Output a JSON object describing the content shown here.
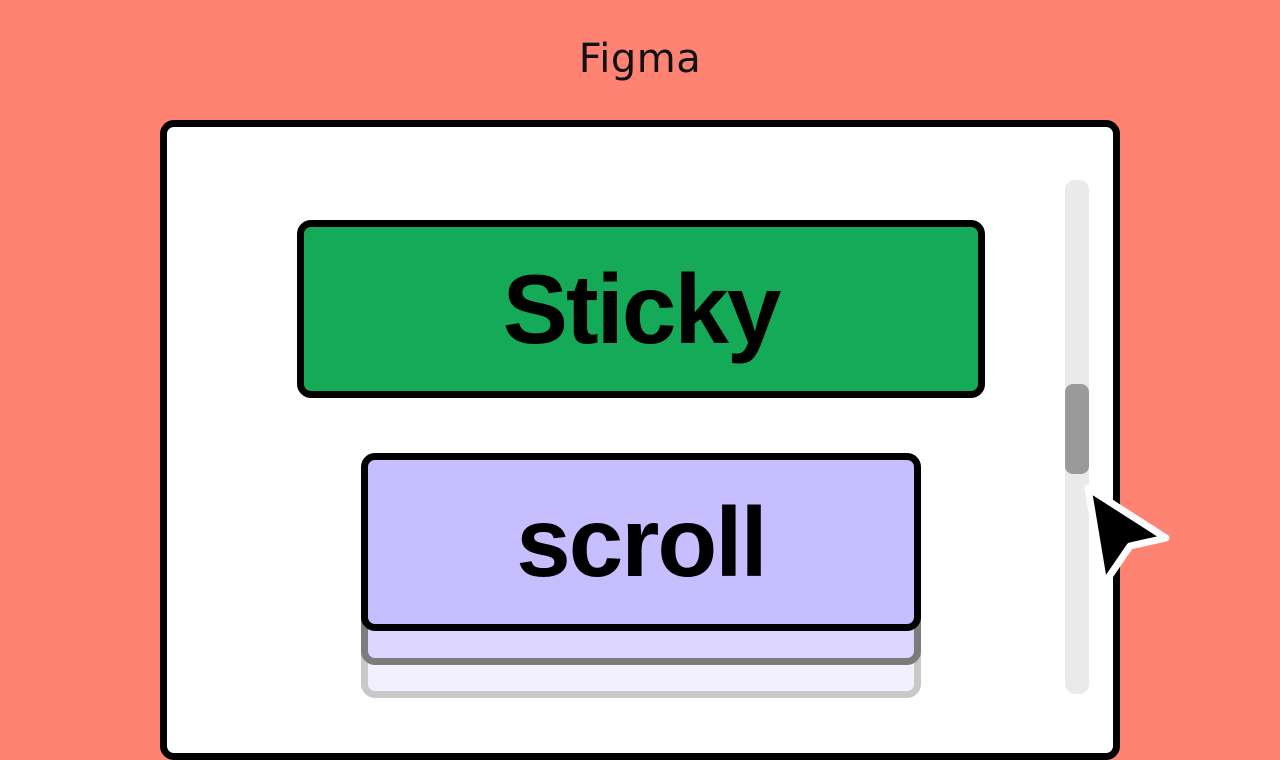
{
  "app": {
    "title": "Figma"
  },
  "frame": {
    "sticky_label": "Sticky",
    "scroll_label": "scroll"
  },
  "scrollbar": {
    "thumb_position": 0.48
  },
  "colors": {
    "background": "#FF8373",
    "sticky": "#14AA58",
    "scroll": "#C6BEFF",
    "window": "#FFFFFF",
    "border": "#000000"
  },
  "icons": {
    "cursor": "arrow-cursor-icon"
  }
}
